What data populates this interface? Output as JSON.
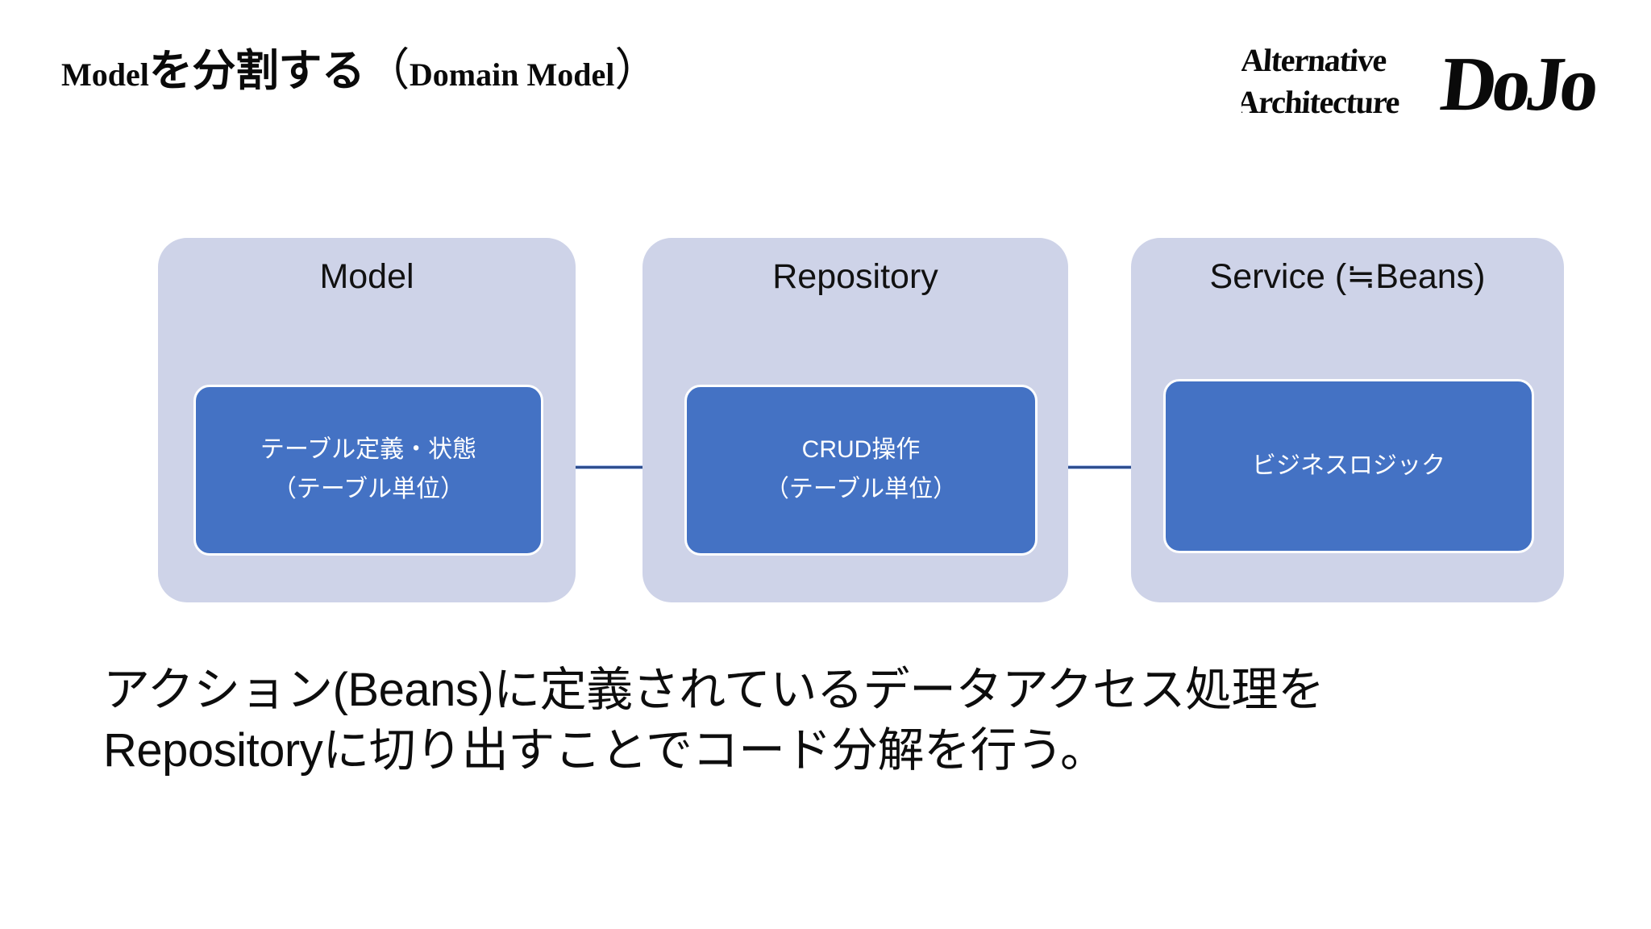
{
  "slide": {
    "background_color": "#FFFFFF",
    "title": {
      "full": "Modelを分割する（Domain Model）",
      "latin_lead": "Model",
      "jp_middle": "を分割する",
      "paren_open": "（",
      "latin_paren": "Domain Model",
      "paren_close": "）"
    },
    "logo": {
      "name": "alternative-architecture-dojo-logo",
      "line1": "Alternative",
      "line2": "Architecture",
      "wordmark": "DoJo",
      "style": "blackletter",
      "color": "#0A0A0A"
    }
  },
  "diagram": {
    "type": "three-column-layer-diagram",
    "accent_outer_color": "#CED3E8",
    "accent_inner_color": "#4472C4",
    "connector_color": "#2F4F8F",
    "inner_border_color": "#FFFFFF",
    "columns": [
      {
        "id": "model",
        "title": "Model",
        "inner_lines": [
          "テーブル定義・状態",
          "（テーブル単位）"
        ]
      },
      {
        "id": "repository",
        "title": "Repository",
        "inner_lines": [
          "CRUD操作",
          "（テーブル単位）"
        ]
      },
      {
        "id": "service",
        "title": "Service (≒Beans)",
        "inner_lines": [
          "ビジネスロジック"
        ]
      }
    ],
    "connectors": [
      {
        "from": "model",
        "to": "repository"
      },
      {
        "from": "repository",
        "to": "service"
      }
    ]
  },
  "caption": {
    "line1": "アクション(Beans)に定義されているデータアクセス処理を",
    "line2": "Repositoryに切り出すことでコード分解を行う。"
  }
}
